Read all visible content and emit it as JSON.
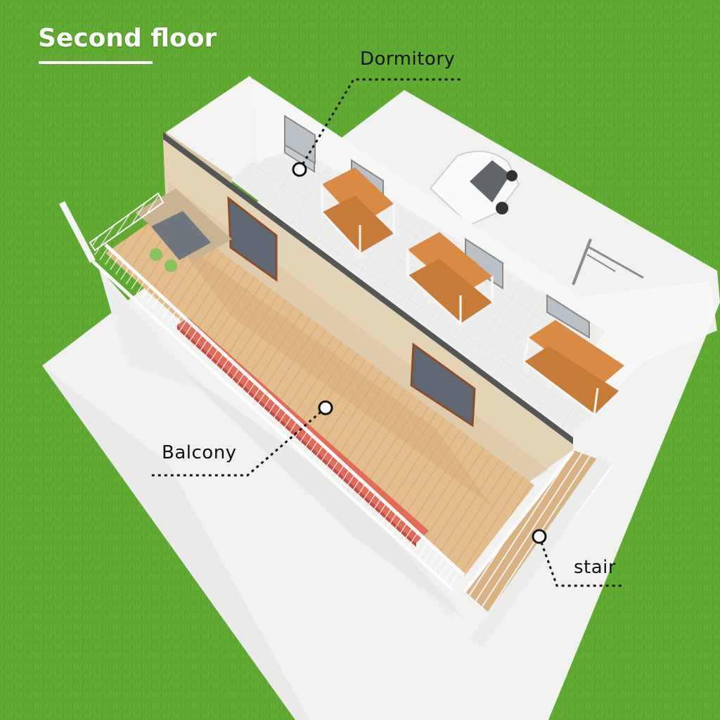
{
  "title": "Second floor",
  "labels": {
    "dormitory": "Dormitory",
    "balcony": "Balcony",
    "stair": "stair"
  },
  "colors": {
    "grass": "#5fa832",
    "ground": "#f1f1ef",
    "wood": "#e3bd8b",
    "bed_wood": "#d98a45",
    "bench": "#e46a5a",
    "wall": "#f2f2f0"
  }
}
